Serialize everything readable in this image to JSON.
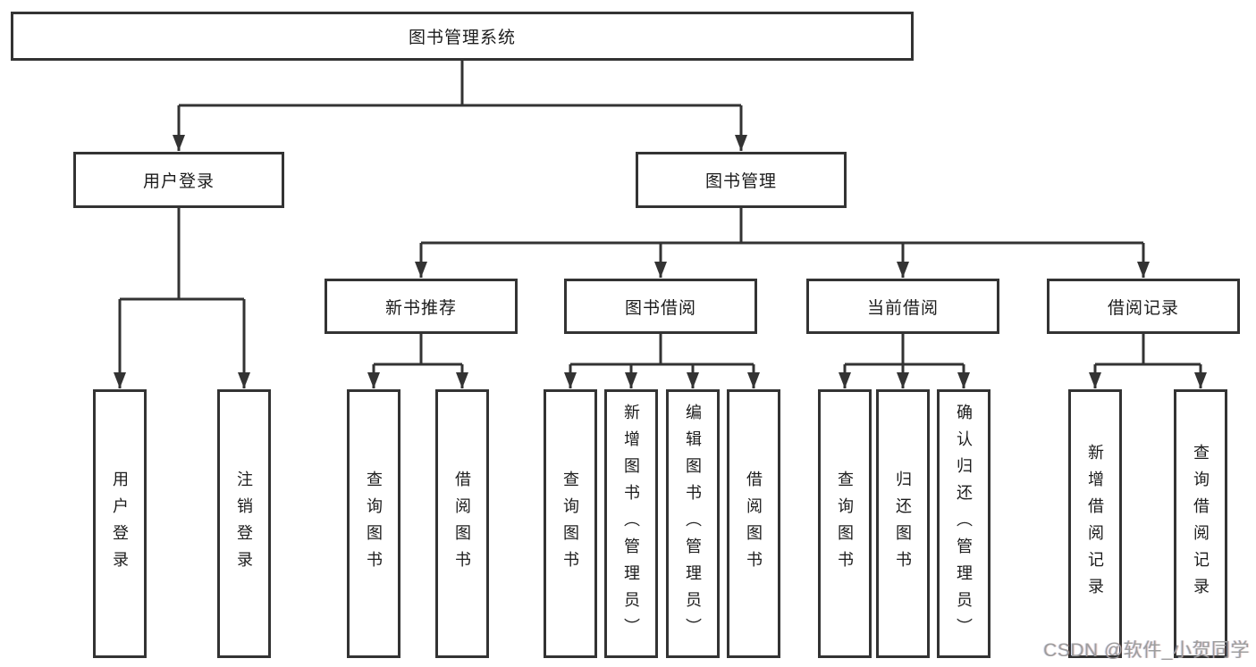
{
  "diagram": {
    "title": "图书管理系统",
    "tree": {
      "root": {
        "label": "图书管理系统",
        "children": [
          {
            "label": "用户登录",
            "children": [
              {
                "label": "用户登录"
              },
              {
                "label": "注销登录"
              }
            ]
          },
          {
            "label": "图书管理",
            "children": [
              {
                "label": "新书推荐",
                "children": [
                  {
                    "label": "查询图书"
                  },
                  {
                    "label": "借阅图书"
                  }
                ]
              },
              {
                "label": "图书借阅",
                "children": [
                  {
                    "label": "查询图书"
                  },
                  {
                    "label": "新增图书（管理员）"
                  },
                  {
                    "label": "编辑图书（管理员）"
                  },
                  {
                    "label": "借阅图书"
                  }
                ]
              },
              {
                "label": "当前借阅",
                "children": [
                  {
                    "label": "查询图书"
                  },
                  {
                    "label": "归还图书"
                  },
                  {
                    "label": "确认归还（管理员）"
                  }
                ]
              },
              {
                "label": "借阅记录",
                "children": [
                  {
                    "label": "新增借阅记录"
                  },
                  {
                    "label": "查询借阅记录"
                  }
                ]
              }
            ]
          }
        ]
      }
    },
    "colors": {
      "line": "#333333",
      "box_border": "#333333",
      "box_fill": "#ffffff",
      "text": "#1c1c1c",
      "background": "#ffffff",
      "watermark": "#9d9d9d"
    }
  },
  "watermark": {
    "text": "CSDN @软件_小贺同学"
  }
}
